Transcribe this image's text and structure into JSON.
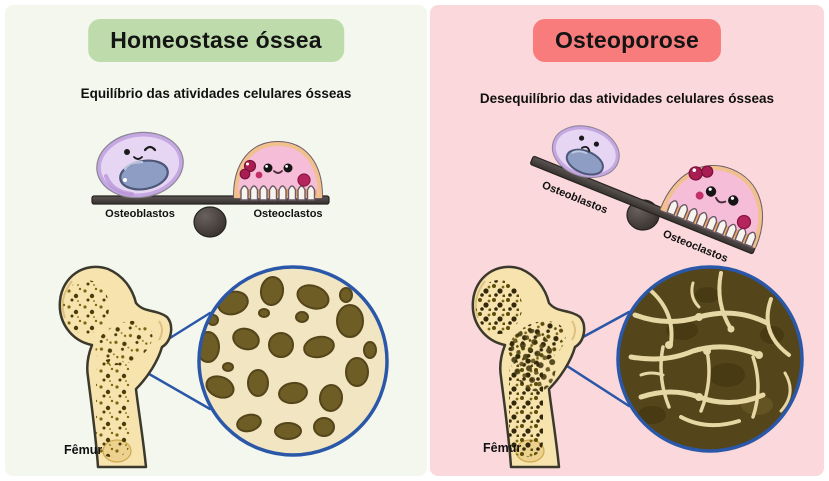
{
  "layout": "two-panel bone health comparison infographic",
  "left_panel": {
    "bg_color": "#f4f7ee",
    "badge_color": "#bedcab",
    "title": "Homeostase óssea",
    "subtitle": "Equilíbrio das atividades celulares ósseas",
    "seesaw": {
      "state": "balanced",
      "left_label": "Osteoblastos",
      "right_label": "Osteoclastos"
    },
    "bone": {
      "label": "Fêmur",
      "trabecular_state": "healthy dense trabeculae"
    }
  },
  "right_panel": {
    "bg_color": "#fad8db",
    "badge_color": "#f87c7c",
    "title": "Osteoporose",
    "subtitle": "Desequilíbrio das atividades celulares ósseas",
    "seesaw": {
      "state": "tilted toward osteoclasts",
      "left_label": "Osteoblastos",
      "right_label": "Osteoclastos"
    },
    "bone": {
      "label": "Fêmur",
      "trabecular_state": "porous thinned trabeculae"
    }
  },
  "colors": {
    "magnifier_ring": "#2b57a8",
    "seesaw_beam": "#45403d",
    "bone_fill": "#f7e3ae",
    "healthy_hole": "#6f5d26",
    "porous_dark": "#54451a",
    "osteoblast_body": "#e6d6f4",
    "osteoblast_nucleus": "#8e9dc3",
    "osteoclast_body": "#f6bdd9",
    "osteoclast_rim": "#f0c08e",
    "text": "#141414"
  }
}
